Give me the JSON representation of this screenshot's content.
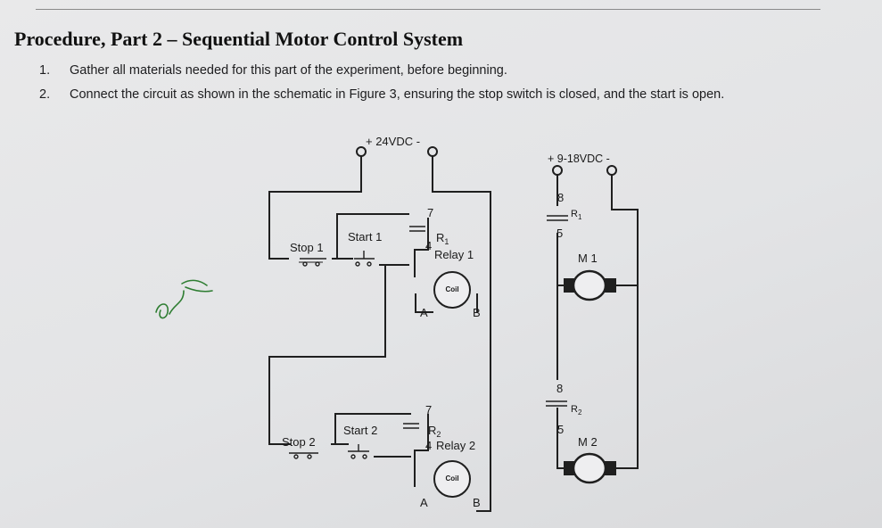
{
  "procedure": {
    "title": "Procedure, Part 2 – Sequential Motor Control System",
    "steps": [
      {
        "num": "1.",
        "text": "Gather all materials needed for this part of the experiment, before beginning."
      },
      {
        "num": "2.",
        "text": "Connect the circuit as shown in the schematic in Figure 3, ensuring the stop switch is closed, and the start is open."
      }
    ]
  },
  "schematic": {
    "left_supply": "+ 24VDC -",
    "stop1": "Stop 1",
    "start1": "Start 1",
    "relay1_contact_top": "7",
    "relay1_ref": "R",
    "relay1_sub": "1",
    "relay1_contact_bottom": "4",
    "relay1_name": "Relay 1",
    "coil1": "Coil",
    "coil1_a": "A",
    "coil1_b": "B",
    "stop2": "Stop 2",
    "start2": "Start 2",
    "relay2_contact_top": "7",
    "relay2_ref": "R",
    "relay2_sub": "2",
    "relay2_contact_bottom": "4",
    "relay2_name": "Relay 2",
    "coil2": "Coil",
    "coil2_a": "A",
    "coil2_b": "B",
    "right_supply": "+ 9-18VDC -",
    "r1_contact_top": "8",
    "r1_ref": "R",
    "r1_sub": "1",
    "r1_contact_bottom": "5",
    "motor1": "M 1",
    "r2_contact_top": "8",
    "r2_ref": "R",
    "r2_sub": "2",
    "r2_contact_bottom": "5",
    "motor2": "M 2"
  },
  "colors": {
    "wire": "#1f1f1f",
    "handwriting": "#2e7d32",
    "paper": "#e6e7e9"
  }
}
